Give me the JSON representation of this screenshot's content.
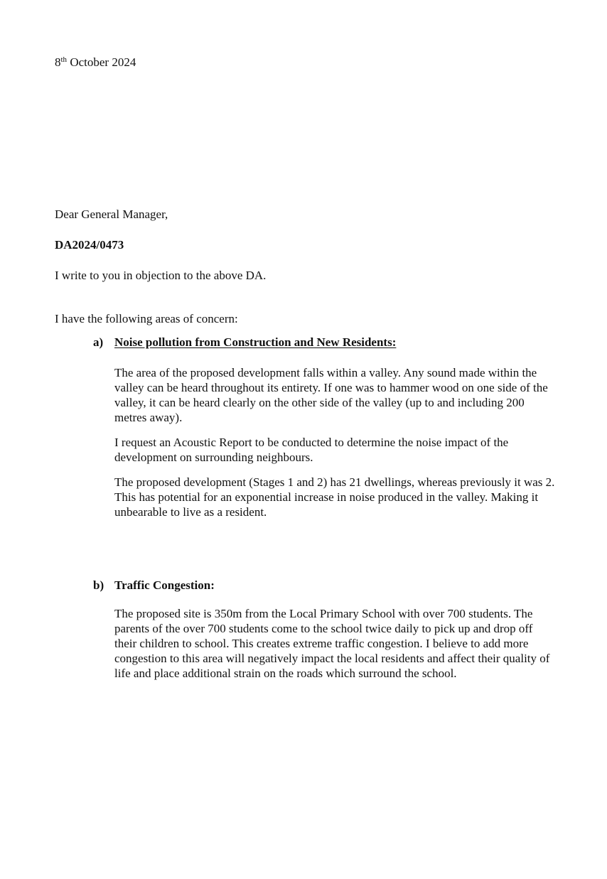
{
  "letter": {
    "date_day": "8",
    "date_suffix": "th",
    "date_rest": " October 2024",
    "salutation": "Dear General Manager,",
    "reference": "DA2024/0473",
    "intro": "I write to you in objection to the above DA.",
    "concerns_lead": "I have the following areas of concern:",
    "sections": [
      {
        "marker": "a)",
        "title": "Noise pollution from Construction and New Residents:",
        "paragraphs": [
          "The area of the proposed development falls within a valley. Any sound made within the valley can be heard throughout its entirety. If one was to hammer wood on one side of the valley, it can be heard clearly on the other side of the valley (up to and including 200 metres away).",
          "I request an Acoustic Report to be conducted to determine the noise impact of the development on surrounding neighbours.",
          "The proposed development (Stages 1 and 2) has 21 dwellings, whereas previously it was 2. This has potential for an exponential increase in noise produced in the valley. Making it unbearable to live as a resident."
        ]
      },
      {
        "marker": "b)",
        "title": "Traffic Congestion:",
        "paragraphs": [
          "The proposed site is 350m from the Local Primary School with over 700 students. The parents of the over 700 students come to the school twice daily to pick up and drop off their children to school. This creates extreme traffic congestion. I believe to add more congestion to this area will negatively impact the local residents and affect their quality of life and place additional strain on the roads which surround the school."
        ]
      }
    ]
  }
}
